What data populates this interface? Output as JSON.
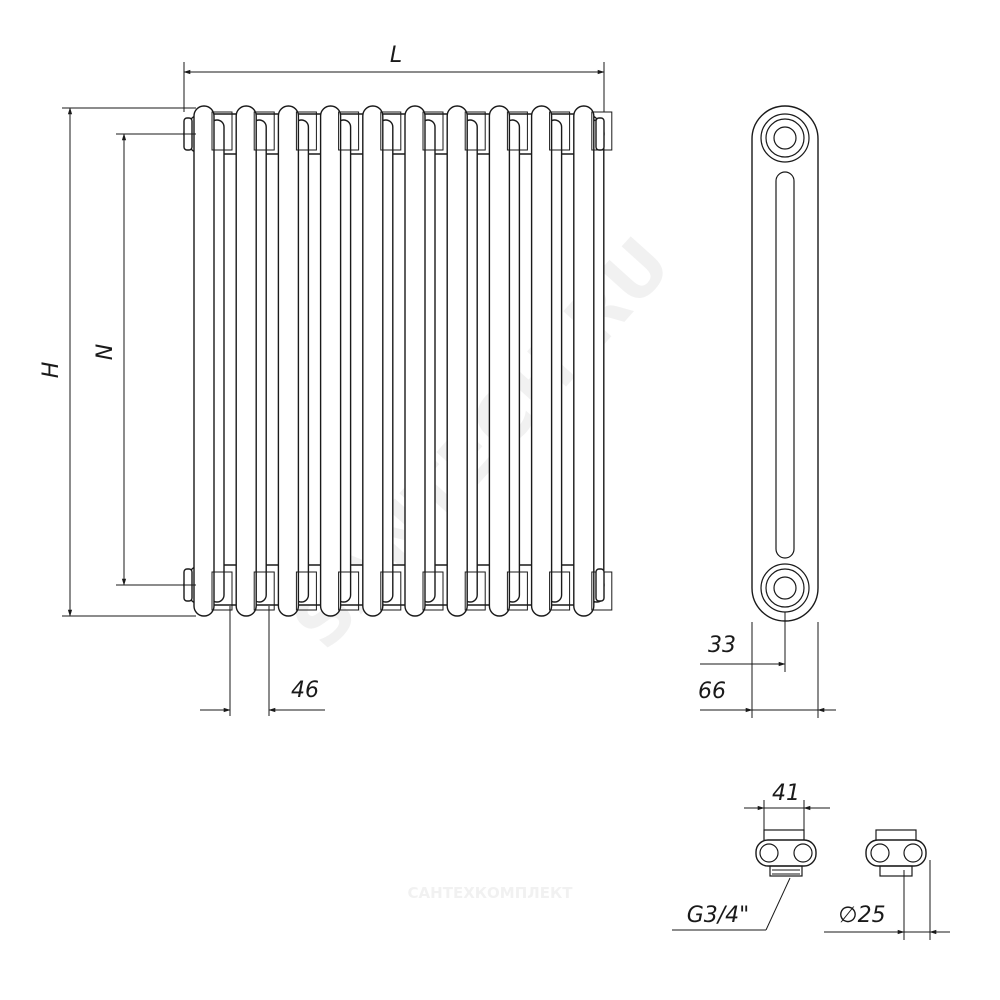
{
  "watermark": {
    "main": "SANTECH.RU",
    "logo": "САНТЕХКОМПЛЕКТ"
  },
  "front_view": {
    "section_count": 10,
    "dimensions": {
      "length": "L",
      "height": "H",
      "axis": "N",
      "pitch": "46"
    }
  },
  "side_view": {
    "dimensions": {
      "axis_offset": "33",
      "depth": "66"
    }
  },
  "fittings": {
    "dimensions": {
      "width": "41",
      "thread": "G3/4\"",
      "diameter": "∅25"
    }
  },
  "colors": {
    "line": "#1a1a1a",
    "watermark": "#d8d8d8"
  }
}
